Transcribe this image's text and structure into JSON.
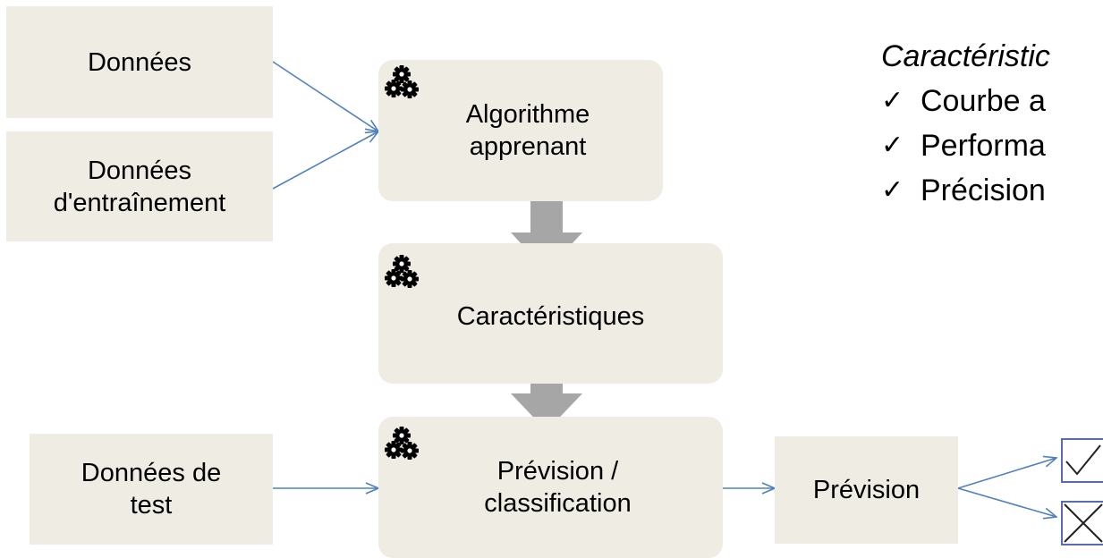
{
  "nodes": {
    "data": {
      "label": "Données"
    },
    "training_data": {
      "label": "Données\nd'entraînement"
    },
    "learning_algorithm": {
      "label": "Algorithme\napprenant"
    },
    "features": {
      "label": "Caractéristiques"
    },
    "test_data": {
      "label": "Données de\ntest"
    },
    "prediction_classification": {
      "label": "Prévision /\nclassification"
    },
    "prediction": {
      "label": "Prévision"
    }
  },
  "characteristics_panel": {
    "title": "Caractéristic",
    "items": [
      {
        "label": "Courbe a"
      },
      {
        "label": "Performa"
      },
      {
        "label": "Précision"
      }
    ]
  },
  "icons": {
    "process": "gears-icon",
    "check": "checkmark-icon",
    "result_pass": "checked-box-icon",
    "result_fail": "crossed-box-icon"
  },
  "colors": {
    "box_fill": "#efede3",
    "block_arrow": "#a6a6a6",
    "connector": "#4f81bd",
    "result_box_border": "#5b6bb0"
  }
}
